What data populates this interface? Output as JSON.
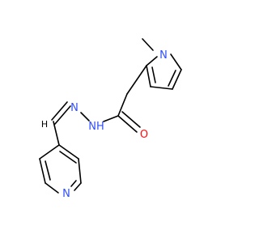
{
  "colors": {
    "bond": "#000000",
    "nitrogen": "#3050f8",
    "oxygen": "#ff0d0d",
    "background": "#ffffff"
  },
  "atoms": {
    "n_pyrrole": "N",
    "methyl_h_label": "H",
    "amide_nh": "NH",
    "hydrazone_n": "N",
    "carbonyl_o": "O",
    "pyridine_n": "N",
    "vinyl_h": "H"
  }
}
